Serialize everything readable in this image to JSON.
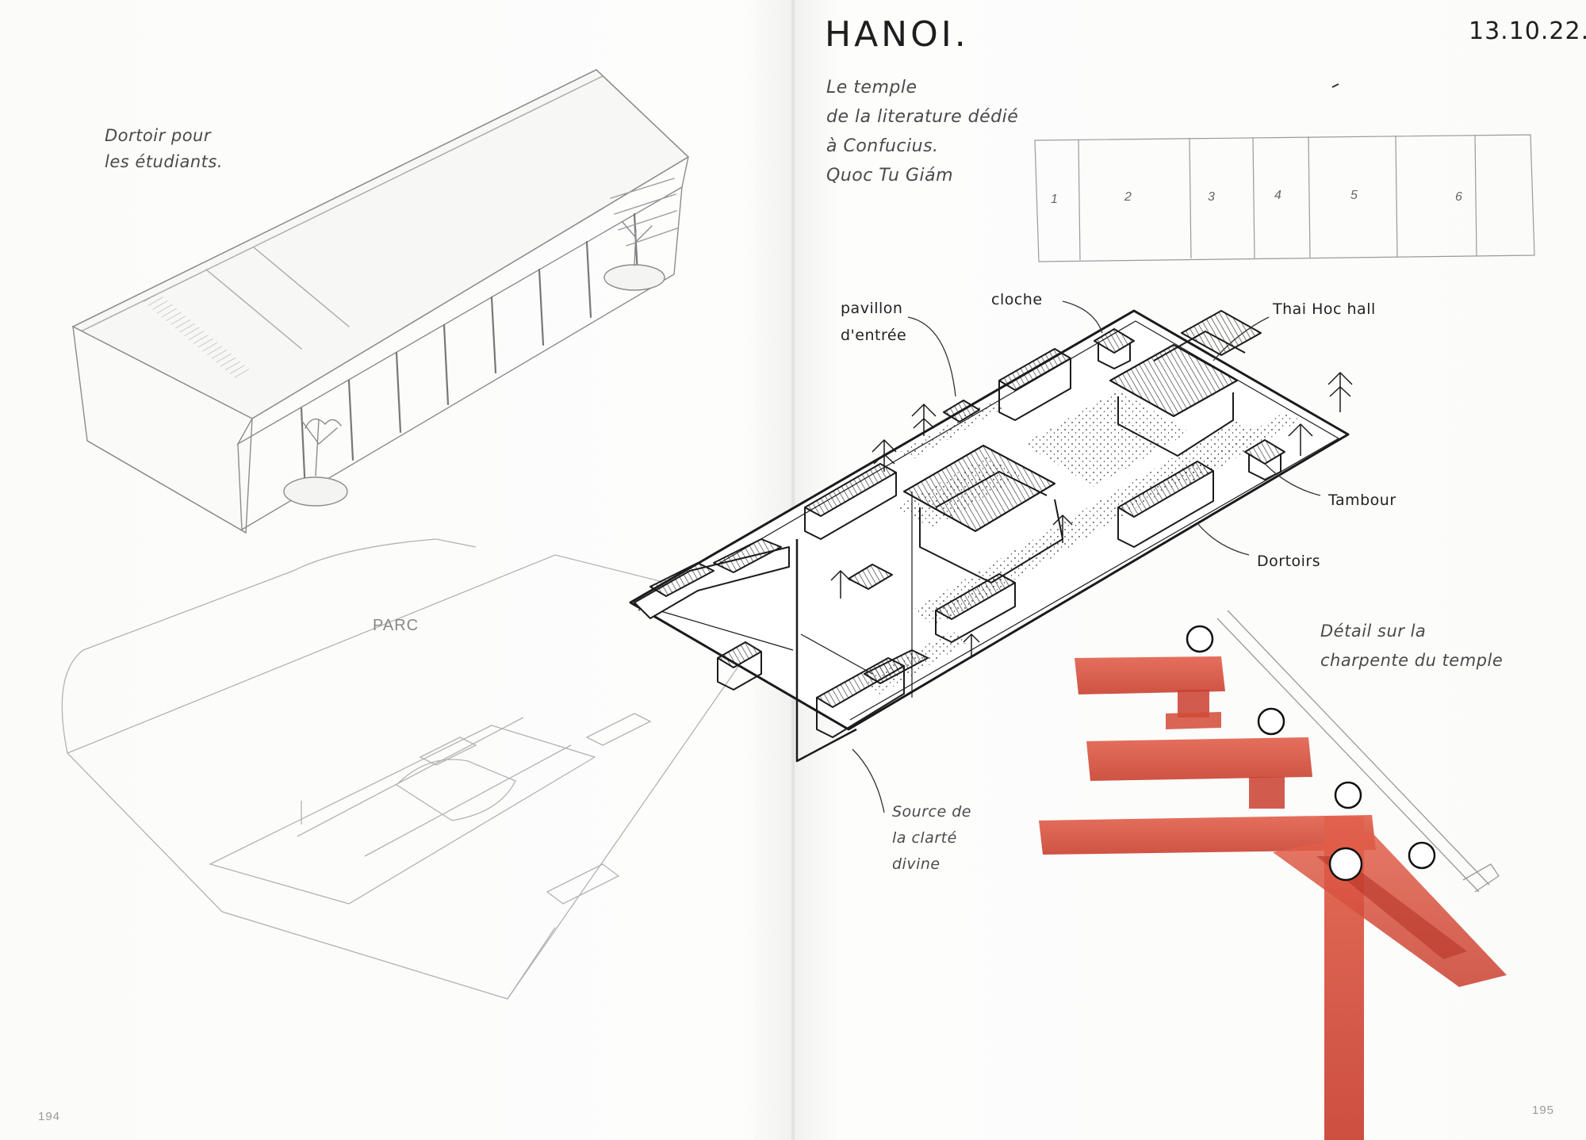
{
  "spread": {
    "left_page_number": "194",
    "right_page_number": "195"
  },
  "header": {
    "title": "HANOI.",
    "date": "13.10.22."
  },
  "intro": {
    "lines": [
      "Le temple",
      "de la literature dédié",
      "à Confucius.",
      "Quoc Tu Giám"
    ]
  },
  "plan_strip": {
    "numbers": [
      "1",
      "2",
      "3",
      "4",
      "5",
      "6"
    ]
  },
  "labels": {
    "dortoir_students": "Dortoir pour\nles étudiants.",
    "parc": "PARC",
    "pavillon": "pavillon\nd'entrée",
    "cloche": "cloche",
    "thai_hoc": "Thai Hoc hall",
    "tambour": "Tambour",
    "dortoirs": "Dortoirs",
    "source": "Source de\nla clarté\ndivine",
    "detail": "Détail sur la\ncharpente du temple"
  },
  "colors": {
    "paper": "#fdfdfc",
    "ink": "#1e1e1e",
    "pencil": "#9a9a9a",
    "timber_red": "#d9523f"
  },
  "icons": {
    "dormitory_sketch": "pencil-building-icon",
    "temple_complex": "ink-axonometric-icon",
    "timber_detail": "red-timber-frame-icon"
  }
}
